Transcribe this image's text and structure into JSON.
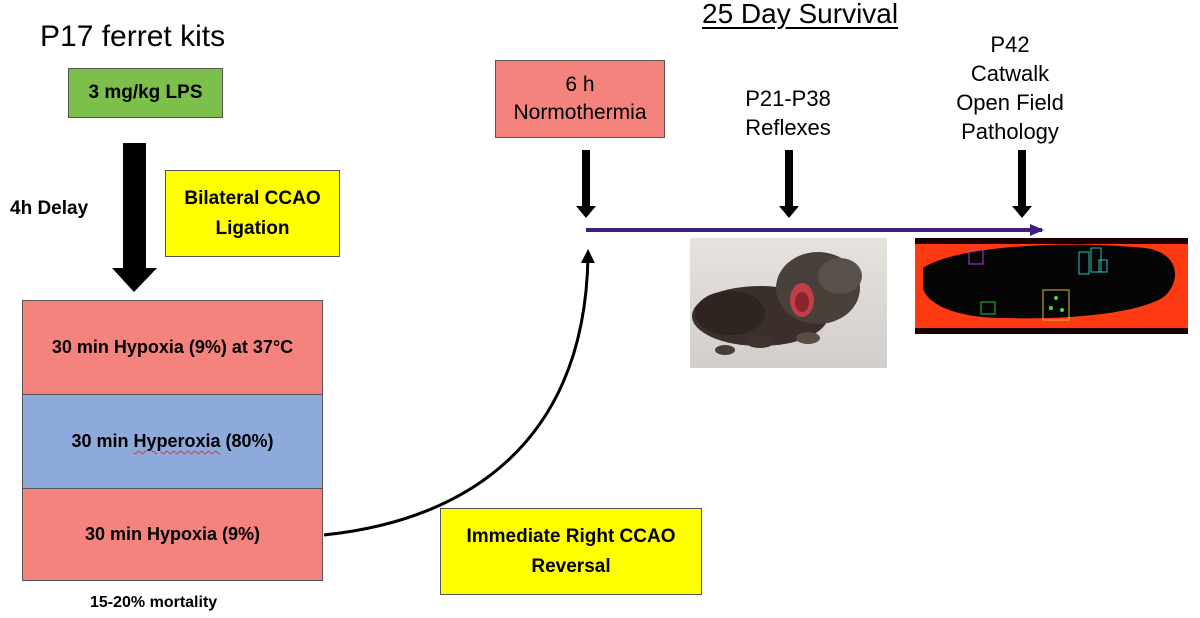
{
  "title_left": "P17 ferret kits",
  "lps_box": {
    "text": "3 mg/kg LPS",
    "color": "#7cc04b"
  },
  "delay_label": "4h Delay",
  "ccao_box": {
    "line1": "Bilateral CCAO",
    "line2": "Ligation",
    "color": "#ffff00"
  },
  "protocol": [
    {
      "pre": "30 min Hypoxia (9%) at 37°C",
      "mark": "",
      "post": "",
      "color": "#f4837d"
    },
    {
      "pre": "30 min ",
      "mark": "Hyperoxia",
      "post": " (80%)",
      "color": "#8eaadb"
    },
    {
      "pre": "30 min Hypoxia (9%)",
      "mark": "",
      "post": "",
      "color": "#f4837d"
    }
  ],
  "mortality": "15-20% mortality",
  "reversal_box": {
    "line1": "Immediate Right CCAO",
    "line2": "Reversal",
    "color": "#ffff00"
  },
  "survival_title": "25 Day Survival",
  "normothermia_box": {
    "line1": "6 h",
    "line2": "Normothermia",
    "color": "#f4837d"
  },
  "p21_label": {
    "line1": "P21-P38",
    "line2": "Reflexes"
  },
  "p42_label": {
    "line1": "P42",
    "line2": "Catwalk",
    "line3": "Open Field",
    "line4": "Pathology"
  },
  "timeline_color": "#3d1f78"
}
